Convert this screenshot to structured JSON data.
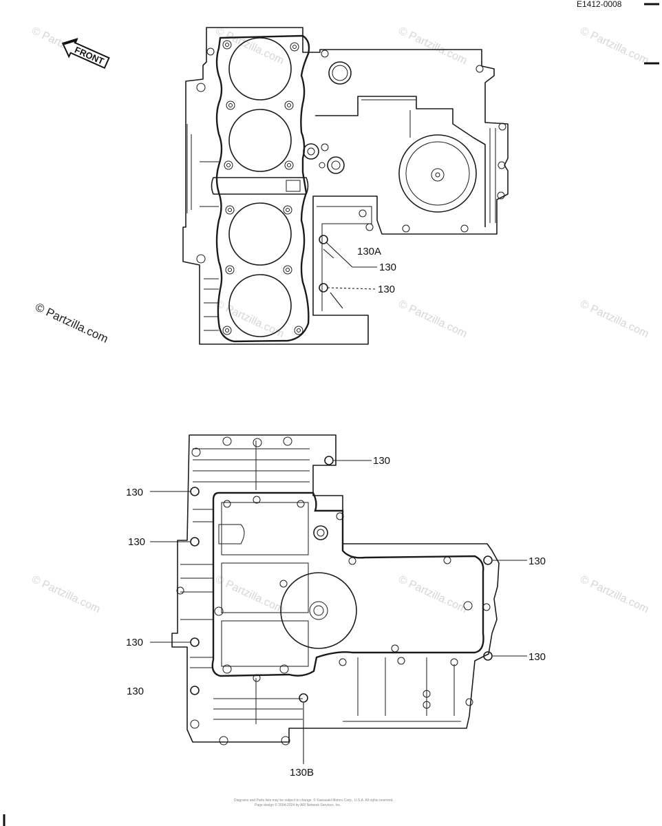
{
  "header": {
    "diagram_code": "E1412-0008"
  },
  "front_arrow": {
    "label": "FRONT"
  },
  "watermark": {
    "main": "© Partzilla.com",
    "faint": "© Partzilla.com"
  },
  "upper_view": {
    "callouts": {
      "c1": "130A",
      "c2": "130",
      "c3": "130"
    }
  },
  "lower_view": {
    "callouts": {
      "c_top": "130",
      "c_l1": "130",
      "c_l2": "130",
      "c_l3": "130",
      "c_l4": "130",
      "c_r1": "130",
      "c_r2": "130",
      "c_bottom": "130B"
    }
  },
  "footer": {
    "line1": "Diagrams and Parts lists may be subject to change. © Kawasaki Motors Corp., U.S.A. All rights reserved.",
    "line2": "Page design © 2004-2024 by ARI Network Services, Inc."
  }
}
